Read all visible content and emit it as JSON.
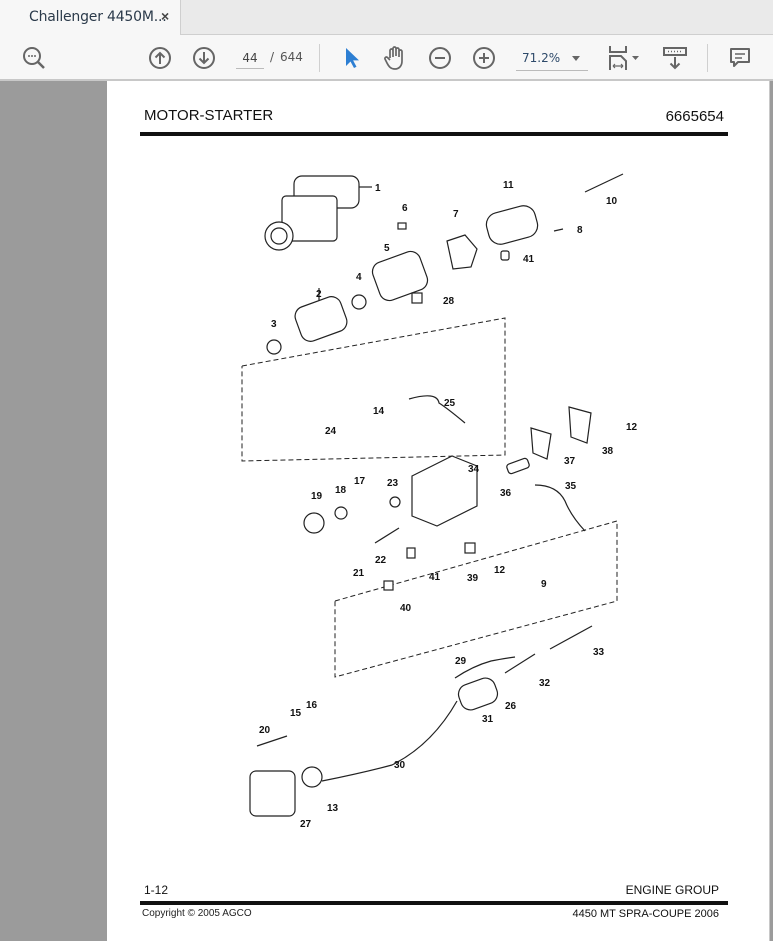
{
  "tab": {
    "title": "Challenger 4450M...",
    "close_label": "×"
  },
  "toolbar": {
    "icons": [
      "find-icon",
      "prev-page-icon",
      "next-page-icon",
      "select-tool-icon",
      "hand-tool-icon",
      "zoom-out-icon",
      "zoom-in-icon",
      "fit-page-icon",
      "scroll-mode-icon",
      "comment-icon"
    ],
    "current_page": "44",
    "page_separator": "/",
    "total_pages": "644",
    "zoom_level": "71.2%",
    "accent_color": "#2d7fd3"
  },
  "document": {
    "header_title": "MOTOR-STARTER",
    "header_number": "6665654",
    "footer_page": "1-12",
    "footer_section": "ENGINE GROUP",
    "copyright": "Copyright © 2005 AGCO",
    "model": "4450 MT SPRA-COUPE 2006",
    "callouts": [
      "1",
      "2",
      "3",
      "4",
      "5",
      "6",
      "7",
      "8",
      "9",
      "10",
      "11",
      "12",
      "12",
      "13",
      "14",
      "15",
      "16",
      "17",
      "18",
      "19",
      "20",
      "21",
      "22",
      "23",
      "24",
      "25",
      "26",
      "27",
      "28",
      "29",
      "30",
      "31",
      "32",
      "33",
      "34",
      "35",
      "36",
      "37",
      "38",
      "39",
      "40",
      "41",
      "41"
    ]
  }
}
